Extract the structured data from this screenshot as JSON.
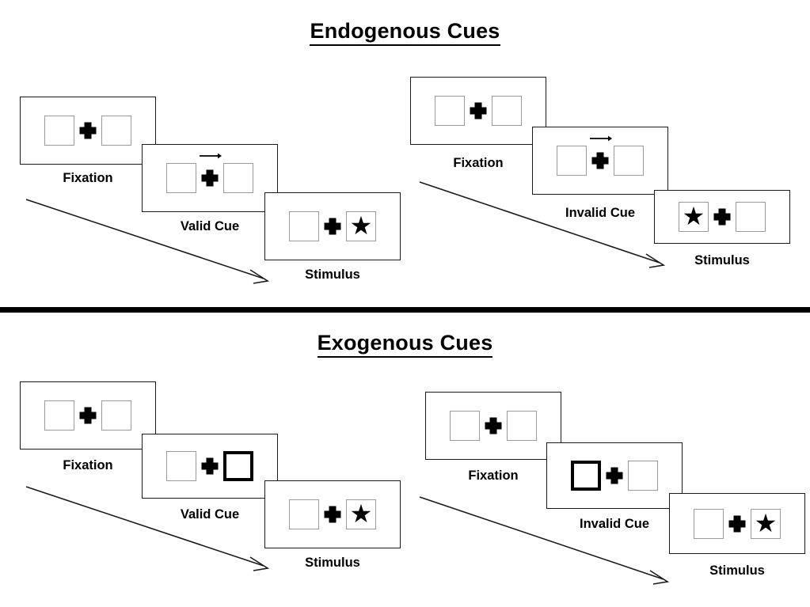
{
  "figure": {
    "title_endogenous": "Endogenous Cues",
    "title_exogenous": "Exogenous Cues",
    "icons": {
      "fixation_cross": "plus-cross-icon",
      "arrow_cue": "right-arrow-cue-icon",
      "target": "star-icon",
      "timeline": "timeline-arrow-icon"
    },
    "colors": {
      "ink": "#000000",
      "box_border": "#9a9a9a",
      "frame_border": "#1a1a1a",
      "background": "#ffffff"
    }
  },
  "sections": [
    {
      "id": "endogenous",
      "title": "Endogenous Cues",
      "trials": [
        {
          "id": "endogenous-valid",
          "frames": [
            {
              "label": "Fixation",
              "cue_type": "none",
              "left_box": "empty",
              "right_box": "empty",
              "arrow": false
            },
            {
              "label": "Valid Cue",
              "cue_type": "central-arrow",
              "left_box": "empty",
              "right_box": "empty",
              "arrow": true,
              "arrow_direction": "right"
            },
            {
              "label": "Stimulus",
              "cue_type": "none",
              "left_box": "empty",
              "right_box": "star",
              "arrow": false
            }
          ]
        },
        {
          "id": "endogenous-invalid",
          "frames": [
            {
              "label": "Fixation",
              "cue_type": "none",
              "left_box": "empty",
              "right_box": "empty",
              "arrow": false
            },
            {
              "label": "Invalid Cue",
              "cue_type": "central-arrow",
              "left_box": "empty",
              "right_box": "empty",
              "arrow": true,
              "arrow_direction": "right"
            },
            {
              "label": "Stimulus",
              "cue_type": "none",
              "left_box": "star",
              "right_box": "empty",
              "arrow": false
            }
          ]
        }
      ]
    },
    {
      "id": "exogenous",
      "title": "Exogenous Cues",
      "trials": [
        {
          "id": "exogenous-valid",
          "frames": [
            {
              "label": "Fixation",
              "cue_type": "none",
              "left_box": "empty",
              "right_box": "empty",
              "arrow": false
            },
            {
              "label": "Valid Cue",
              "cue_type": "peripheral-box",
              "left_box": "empty",
              "right_box": "cued",
              "arrow": false
            },
            {
              "label": "Stimulus",
              "cue_type": "none",
              "left_box": "empty",
              "right_box": "star",
              "arrow": false
            }
          ]
        },
        {
          "id": "exogenous-invalid",
          "frames": [
            {
              "label": "Fixation",
              "cue_type": "none",
              "left_box": "empty",
              "right_box": "empty",
              "arrow": false
            },
            {
              "label": "Invalid Cue",
              "cue_type": "peripheral-box",
              "left_box": "cued",
              "right_box": "empty",
              "arrow": false
            },
            {
              "label": "Stimulus",
              "cue_type": "none",
              "left_box": "empty",
              "right_box": "star",
              "arrow": false
            }
          ]
        }
      ]
    }
  ],
  "star_glyph": "★"
}
